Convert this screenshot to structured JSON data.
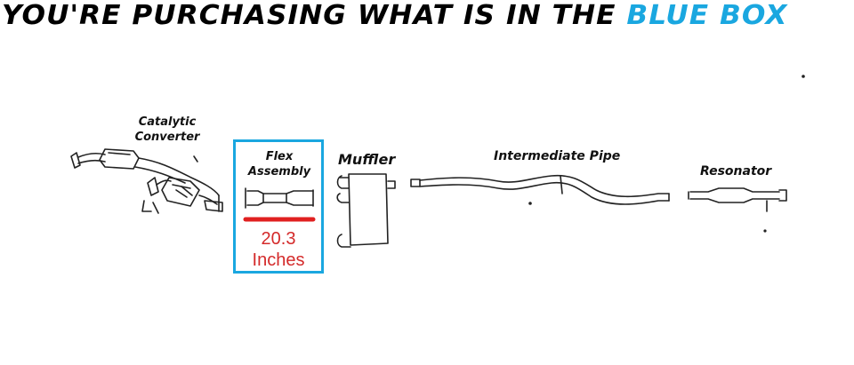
{
  "headline": {
    "prefix": "YOU'RE PURCHASING WHAT IS IN THE ",
    "highlight": "BLUE BOX",
    "highlight_color": "#1aa7e0"
  },
  "parts": {
    "catalytic_converter": {
      "line1": "Catalytic",
      "line2": "Converter"
    },
    "flex_assembly": {
      "line1": "Flex",
      "line2": "Assembly"
    },
    "muffler": "Muffler",
    "intermediate_pipe": "Intermediate Pipe",
    "resonator": "Resonator"
  },
  "measurement": {
    "value": "20.3",
    "unit": "Inches",
    "color": "#d42a2a"
  },
  "colors": {
    "box": "#1aa7e0",
    "line_art": "#222222"
  }
}
